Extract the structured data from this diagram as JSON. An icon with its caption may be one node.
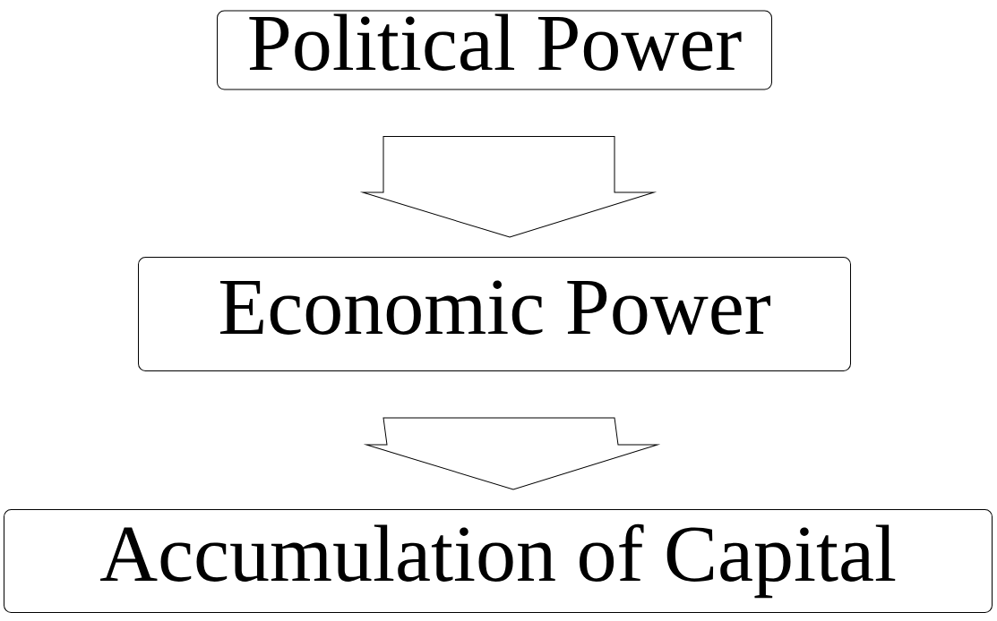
{
  "diagram": {
    "nodes": [
      {
        "text": [
          "Political Power"
        ]
      },
      {
        "text": [
          "Economic Power"
        ]
      },
      {
        "text": [
          "Accumulation of Capital"
        ]
      }
    ],
    "edges": [
      {
        "from": 0,
        "to": 1,
        "arrow": "to"
      },
      {
        "from": 1,
        "to": 2,
        "arrow": "to"
      }
    ]
  }
}
